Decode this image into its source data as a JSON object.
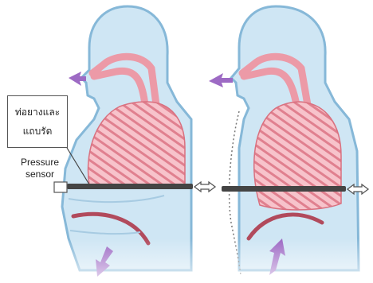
{
  "labels": {
    "tube_line1": "ท่อยางและ",
    "tube_line2": "แถบรัด",
    "sensor_line1": "Pressure",
    "sensor_line2": "sensor"
  },
  "colors": {
    "body": "#cfe6f4",
    "body_outline": "#7fb2d4",
    "lung": "#f4b3bd",
    "lung_stripe": "#d9707f",
    "airway": "#ec9aa7",
    "diaphragm": "#b14a5c",
    "arrow": "#9d6ac4",
    "belt": "#444444",
    "background": "#ffffff"
  },
  "icons": {
    "air_out": "arrow-left-icon",
    "expand": "double-arrow-icon",
    "diaphragm_move": "arrow-icon"
  }
}
